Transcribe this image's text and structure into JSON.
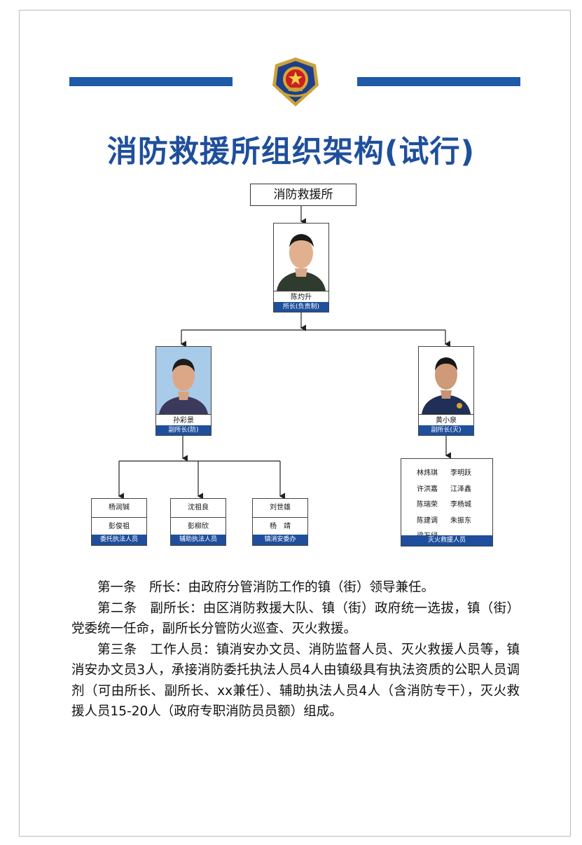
{
  "title": "消防救援所组织架构(试行)",
  "colors": {
    "brand_blue": "#1e5aa8",
    "title_blue": "#1f4f9c"
  },
  "org": {
    "root": "消防救援所",
    "head": {
      "name": "陈灼升",
      "role": "所长(负责制)"
    },
    "deputy_left": {
      "name": "孙彩景",
      "role": "副所长(防)"
    },
    "deputy_right": {
      "name": "黄小泉",
      "role": "副所长(灭)"
    },
    "groups": [
      {
        "names": [
          "杨润铖",
          "彭俊祖"
        ],
        "label": "委托执法人员"
      },
      {
        "names": [
          "沈祖良",
          "彭柳欣"
        ],
        "label": "辅助执法人员"
      },
      {
        "names": [
          "刘世雄",
          "杨　靖"
        ],
        "label": "镇消安委办"
      }
    ],
    "rescue": {
      "members": [
        "林炜琪",
        "李明跃",
        "许洪嘉",
        "江泽鑫",
        "陈瑞荣",
        "李杨城",
        "陈建调",
        "朱振东",
        "梁万绿"
      ],
      "label": "灭火救援人员"
    }
  },
  "articles": [
    "第一条　所长：由政府分管消防工作的镇（街）领导兼任。",
    "第二条　副所长：由区消防救援大队、镇（街）政府统一选拔，镇（街）党委统一任命，副所长分管防火巡查、灭火救援。",
    "第三条　工作人员：镇消安办文员、消防监督人员、灭火救援人员等，镇消安办文员3人，承接消防委托执法人员4人由镇级具有执法资质的公职人员调剂（可由所长、副所长、xx兼任）、辅助执法人员4人（含消防专干），灭火救援人员15-20人（政府专职消防员员额）组成。"
  ]
}
